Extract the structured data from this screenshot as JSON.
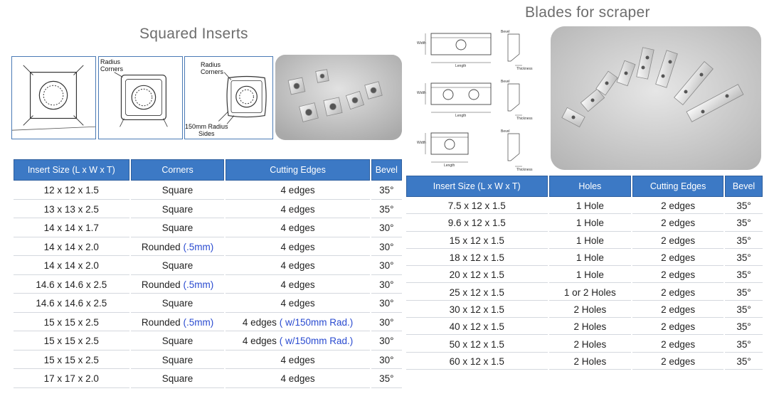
{
  "squared_inserts": {
    "heading": "Squared Inserts",
    "diagram_labels": {
      "radius_corners": "Radius\nCorners",
      "radius_corners_2": "Radius\nCorners",
      "sides": "150mm Radius\nSides"
    },
    "table": {
      "headers": [
        "Insert Size (L x W x T)",
        "Corners",
        "Cutting Edges",
        "Bevel"
      ],
      "rows": [
        {
          "size": "12 x 12 x 1.5",
          "corners": "Square",
          "corners_note": "",
          "edges": "4 edges",
          "edges_note": "",
          "bevel": "35°"
        },
        {
          "size": "13 x 13 x 2.5",
          "corners": "Square",
          "corners_note": "",
          "edges": "4 edges",
          "edges_note": "",
          "bevel": "35°"
        },
        {
          "size": "14 x 14 x 1.7",
          "corners": "Square",
          "corners_note": "",
          "edges": "4 edges",
          "edges_note": "",
          "bevel": "30°"
        },
        {
          "size": "14 x 14 x 2.0",
          "corners": "Rounded",
          "corners_note": "(.5mm)",
          "edges": "4 edges",
          "edges_note": "",
          "bevel": "30°"
        },
        {
          "size": "14 x 14 x 2.0",
          "corners": "Square",
          "corners_note": "",
          "edges": "4 edges",
          "edges_note": "",
          "bevel": "30°"
        },
        {
          "size": "14.6 x 14.6 x 2.5",
          "corners": "Rounded",
          "corners_note": "(.5mm)",
          "edges": "4 edges",
          "edges_note": "",
          "bevel": "30°"
        },
        {
          "size": "14.6 x 14.6 x 2.5",
          "corners": "Square",
          "corners_note": "",
          "edges": "4 edges",
          "edges_note": "",
          "bevel": "30°"
        },
        {
          "size": "15 x 15 x 2.5",
          "corners": "Rounded",
          "corners_note": "(.5mm)",
          "edges": "4 edges",
          "edges_note": "( w/150mm Rad.)",
          "bevel": "30°"
        },
        {
          "size": "15 x 15 x 2.5",
          "corners": "Square",
          "corners_note": "",
          "edges": "4 edges",
          "edges_note": "( w/150mm Rad.)",
          "bevel": "30°"
        },
        {
          "size": "15 x 15 x 2.5",
          "corners": "Square",
          "corners_note": "",
          "edges": "4 edges",
          "edges_note": "",
          "bevel": "30°"
        },
        {
          "size": "17 x 17 x 2.0",
          "corners": "Square",
          "corners_note": "",
          "edges": "4 edges",
          "edges_note": "",
          "bevel": "35°"
        }
      ]
    }
  },
  "blades": {
    "heading": "Blades for scraper",
    "diagram_labels": {
      "width": "Width",
      "length": "Length",
      "bevel": "Bevel",
      "thickness": "Thickness"
    },
    "table": {
      "headers": [
        "Insert Size (L x W x T)",
        "Holes",
        "Cutting Edges",
        "Bevel"
      ],
      "rows": [
        {
          "size": "7.5 x 12 x 1.5",
          "holes": "1 Hole",
          "edges": "2 edges",
          "bevel": "35°"
        },
        {
          "size": "9.6 x 12 x 1.5",
          "holes": "1 Hole",
          "edges": "2 edges",
          "bevel": "35°"
        },
        {
          "size": "15 x 12 x 1.5",
          "holes": "1 Hole",
          "edges": "2 edges",
          "bevel": "35°"
        },
        {
          "size": "18 x 12 x 1.5",
          "holes": "1 Hole",
          "edges": "2 edges",
          "bevel": "35°"
        },
        {
          "size": "20 x 12 x 1.5",
          "holes": "1 Hole",
          "edges": "2 edges",
          "bevel": "35°"
        },
        {
          "size": "25 x 12 x 1.5",
          "holes": "1 or 2 Holes",
          "edges": "2 edges",
          "bevel": "35°"
        },
        {
          "size": "30 x 12 x 1.5",
          "holes": "2 Holes",
          "edges": "2 edges",
          "bevel": "35°"
        },
        {
          "size": "40 x 12 x 1.5",
          "holes": "2 Holes",
          "edges": "2 edges",
          "bevel": "35°"
        },
        {
          "size": "50 x 12 x 1.5",
          "holes": "2 Holes",
          "edges": "2 edges",
          "bevel": "35°"
        },
        {
          "size": "60 x 12 x 1.5",
          "holes": "2 Holes",
          "edges": "2 edges",
          "bevel": "35°"
        }
      ]
    }
  },
  "colors": {
    "header_blue": "#3c79c5",
    "note_blue": "#2a4bd0",
    "heading_gray": "#6d6d6d"
  }
}
